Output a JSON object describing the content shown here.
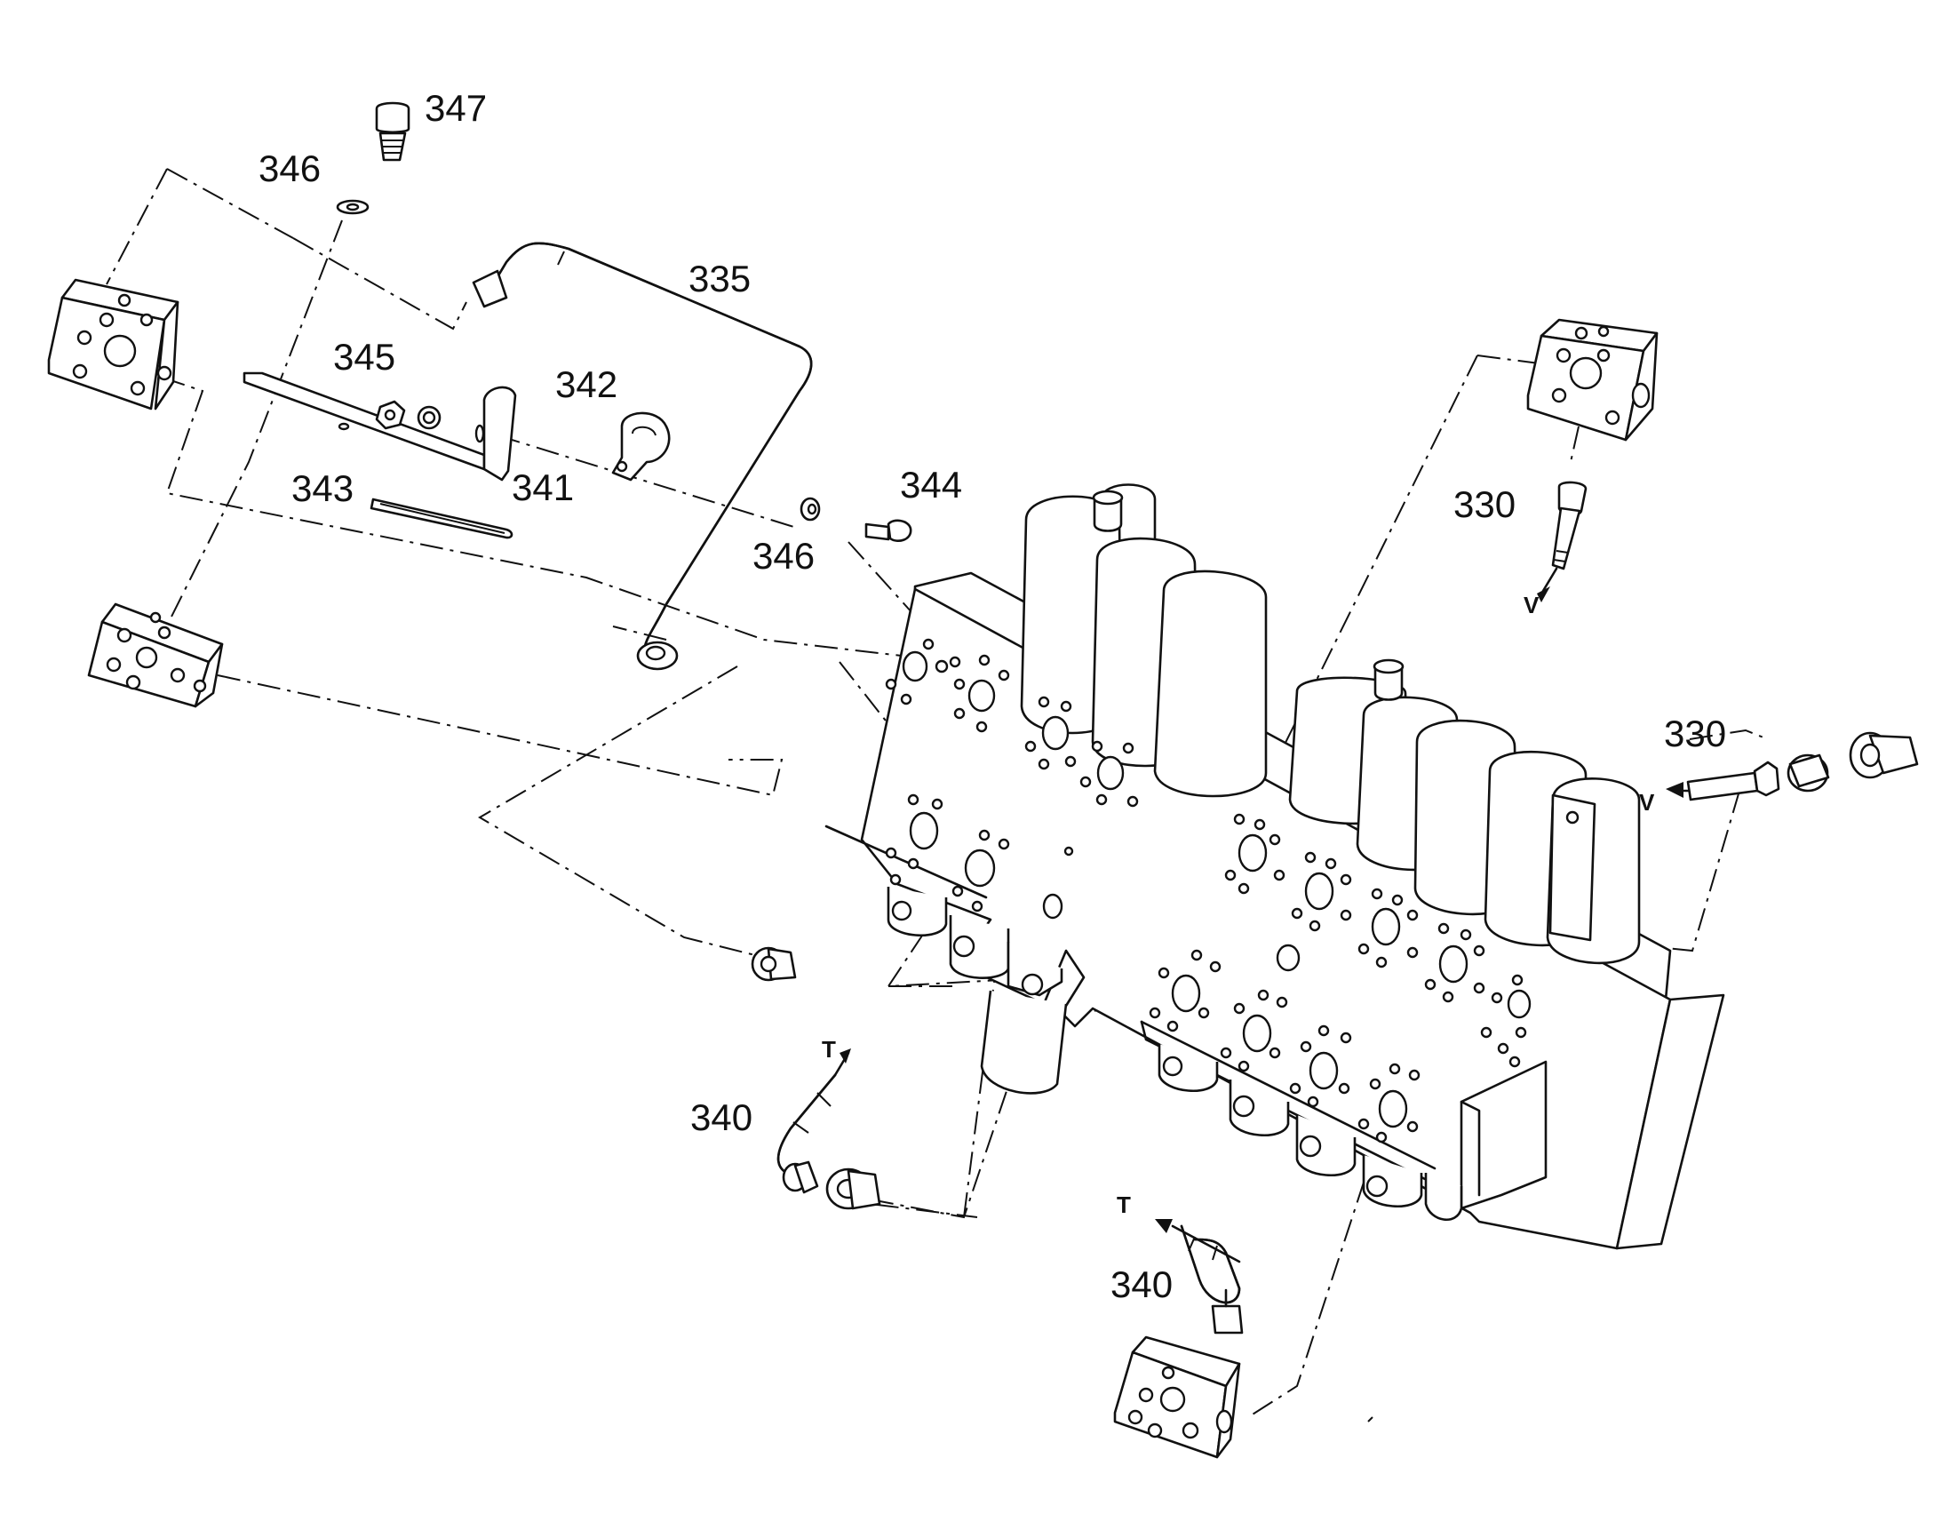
{
  "figure": {
    "callouts": {
      "c347": "347",
      "c346_top": "346",
      "c335": "335",
      "c345": "345",
      "c342": "342",
      "c343": "343",
      "c341": "341",
      "c344": "344",
      "c346_mid": "346",
      "c330_top": "330",
      "c330_right": "330",
      "c340_left": "340",
      "c340_bottom": "340"
    },
    "flow_marks": {
      "v_top": "V",
      "v_right": "V",
      "t_left": "T",
      "t_bottom": "T"
    }
  }
}
